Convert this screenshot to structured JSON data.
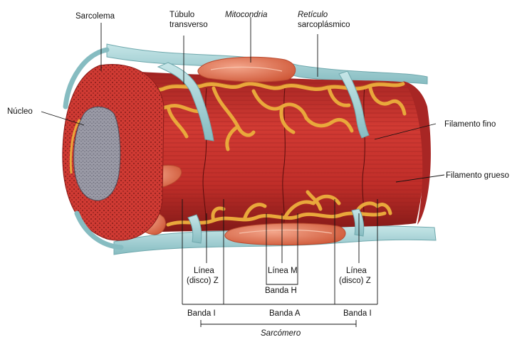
{
  "labels": {
    "sarcolema": "Sarcolema",
    "tubulo_1": "Túbulo",
    "tubulo_2": "transverso",
    "mitocondria": "Mitocondria",
    "reticulo_1": "Retículo",
    "reticulo_2": "sarcoplásmico",
    "nucleo": "Núcleo",
    "filamento_fino": "Filamento fino",
    "filamento_grueso": "Filamento grueso",
    "linea_z_left_1": "Línea",
    "linea_z_left_2": "(disco) Z",
    "linea_m": "Línea M",
    "banda_h": "Banda H",
    "linea_z_right_1": "Línea",
    "linea_z_right_2": "(disco) Z",
    "banda_i_left": "Banda I",
    "banda_a": "Banda A",
    "banda_i_right": "Banda I",
    "sarcomero": "Sarcómero"
  },
  "colors": {
    "muscle": "#c8312c",
    "muscle_dark": "#8e1c1a",
    "membrane": "#a9d3d6",
    "membrane_dark": "#6fa8ad",
    "reticulum": "#e9a83b",
    "reticulum_dark": "#b9761c",
    "mitochondria": "#e2714f",
    "nucleus": "#8c8c98"
  }
}
